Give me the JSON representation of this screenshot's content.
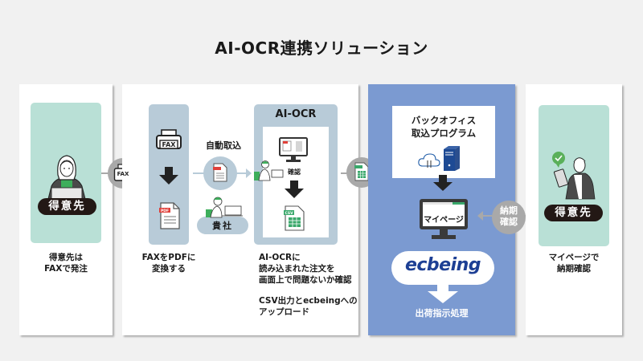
{
  "title": "AI-OCR連携ソリューション",
  "colors": {
    "background": "#f1f1f1",
    "mint": "#b9e0d6",
    "steel": "#b8cbd8",
    "blue_panel": "#7b9ad1",
    "dark_pill": "#231815",
    "gray_circle": "#a9a9a9",
    "ecbeing_blue": "#1d3f94",
    "pdf_red": "#e0403a",
    "csv_green": "#3aa86b"
  },
  "customer_left": {
    "badge": "得意先",
    "caption_lines": [
      "得意先は",
      "FAXで発注"
    ],
    "connector_icon": "fax-icon",
    "connector_label": "FAX"
  },
  "conversion": {
    "fax_label": "FAX",
    "pdf_label": "PDF",
    "caption_lines": [
      "FAXをPDFに",
      "変換する"
    ],
    "auto_import_label": "自動取込",
    "company_badge": "貴社"
  },
  "ai_ocr": {
    "header": "AI-OCR",
    "check_label": "確認",
    "csv_label": "CSV",
    "caption_lines": [
      "AI-OCRに",
      "読み込まれた注文を",
      "画面上で問題ないか確認"
    ],
    "caption2_lines": [
      "CSV出力とecbeingへの",
      "アップロード"
    ]
  },
  "backoffice": {
    "box_lines": [
      "バックオフィス",
      "取込プログラム"
    ],
    "mypage_label": "マイページ",
    "ecbeing_logo": "ecbeing",
    "shipping_label": "出荷指示処理"
  },
  "delivery_check": {
    "circle_lines": [
      "納期",
      "確認"
    ]
  },
  "customer_right": {
    "badge": "得意先",
    "caption_lines": [
      "マイページで",
      "納期確認"
    ]
  }
}
